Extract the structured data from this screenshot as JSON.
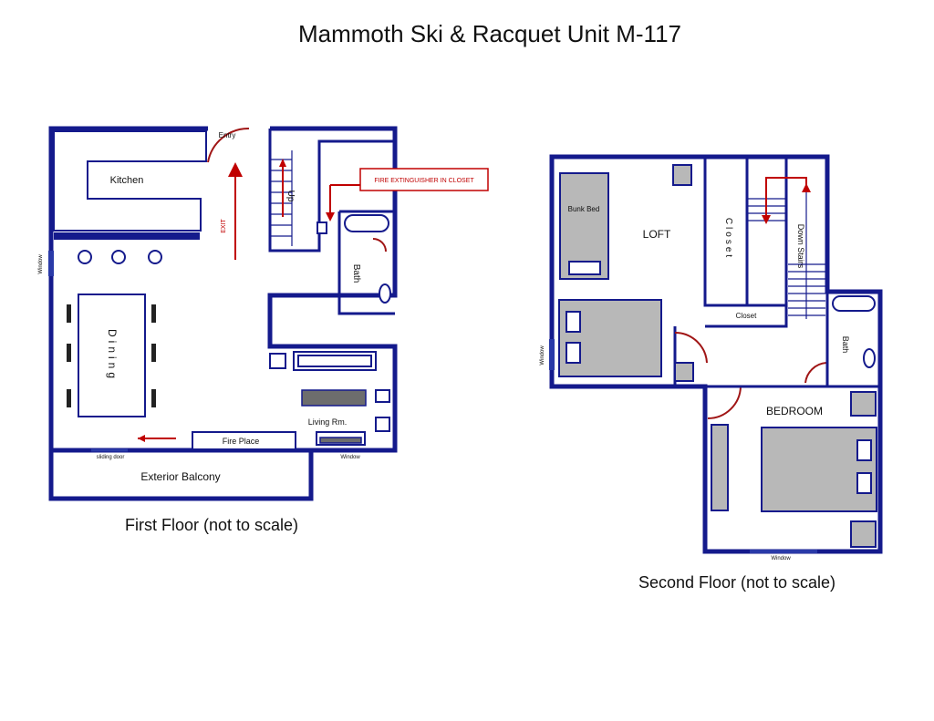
{
  "title": "Mammoth Ski & Racquet Unit M-117",
  "first_floor": {
    "caption": "First Floor (not to scale)",
    "labels": {
      "kitchen": "Kitchen",
      "entry": "Entry",
      "exit": "EXIT",
      "fire_extinguisher": "FIRE EXTINGUISHER IN CLOSET",
      "up": "Up",
      "bath": "Bath",
      "dining": "Dining",
      "window_left": "Window",
      "living_rm": "Living Rm.",
      "fire_place": "Fire Place",
      "sliding_door": "sliding door",
      "window_bottom": "Window",
      "exterior_balcony": "Exterior Balcony"
    }
  },
  "second_floor": {
    "caption": "Second Floor (not to scale)",
    "labels": {
      "bunk_bed": "Bunk Bed",
      "loft": "LOFT",
      "closet_vertical": "Closet",
      "down_stairs": "Down Stairs",
      "closet_small": "Closet",
      "window_left": "Window",
      "bath": "Bath",
      "bedroom": "BEDROOM",
      "window_bottom": "Window"
    }
  },
  "colors": {
    "wall": "#141a8c",
    "door": "#a01515",
    "exit_marker": "#c00000",
    "furniture_grey": "#b8b8b8",
    "furniture_dark": "#6d6d6d"
  }
}
